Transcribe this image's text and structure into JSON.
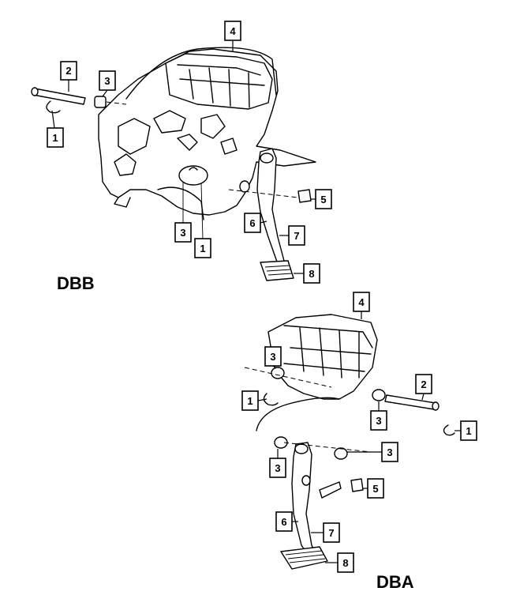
{
  "variants": {
    "top": "DBB",
    "bottom": "DBA"
  },
  "callouts": {
    "top": [
      {
        "id": "top-1a",
        "label": "1"
      },
      {
        "id": "top-2",
        "label": "2"
      },
      {
        "id": "top-3a",
        "label": "3"
      },
      {
        "id": "top-4",
        "label": "4"
      },
      {
        "id": "top-5",
        "label": "5"
      },
      {
        "id": "top-6",
        "label": "6"
      },
      {
        "id": "top-7",
        "label": "7"
      },
      {
        "id": "top-3b",
        "label": "3"
      },
      {
        "id": "top-1b",
        "label": "1"
      },
      {
        "id": "top-8",
        "label": "8"
      }
    ],
    "bottom": [
      {
        "id": "bot-4",
        "label": "4"
      },
      {
        "id": "bot-3a",
        "label": "3"
      },
      {
        "id": "bot-2",
        "label": "2"
      },
      {
        "id": "bot-1a",
        "label": "1"
      },
      {
        "id": "bot-3b",
        "label": "3"
      },
      {
        "id": "bot-1b",
        "label": "1"
      },
      {
        "id": "bot-3c",
        "label": "3"
      },
      {
        "id": "bot-3d",
        "label": "3"
      },
      {
        "id": "bot-5",
        "label": "5"
      },
      {
        "id": "bot-6",
        "label": "6"
      },
      {
        "id": "bot-7",
        "label": "7"
      },
      {
        "id": "bot-8",
        "label": "8"
      }
    ]
  }
}
